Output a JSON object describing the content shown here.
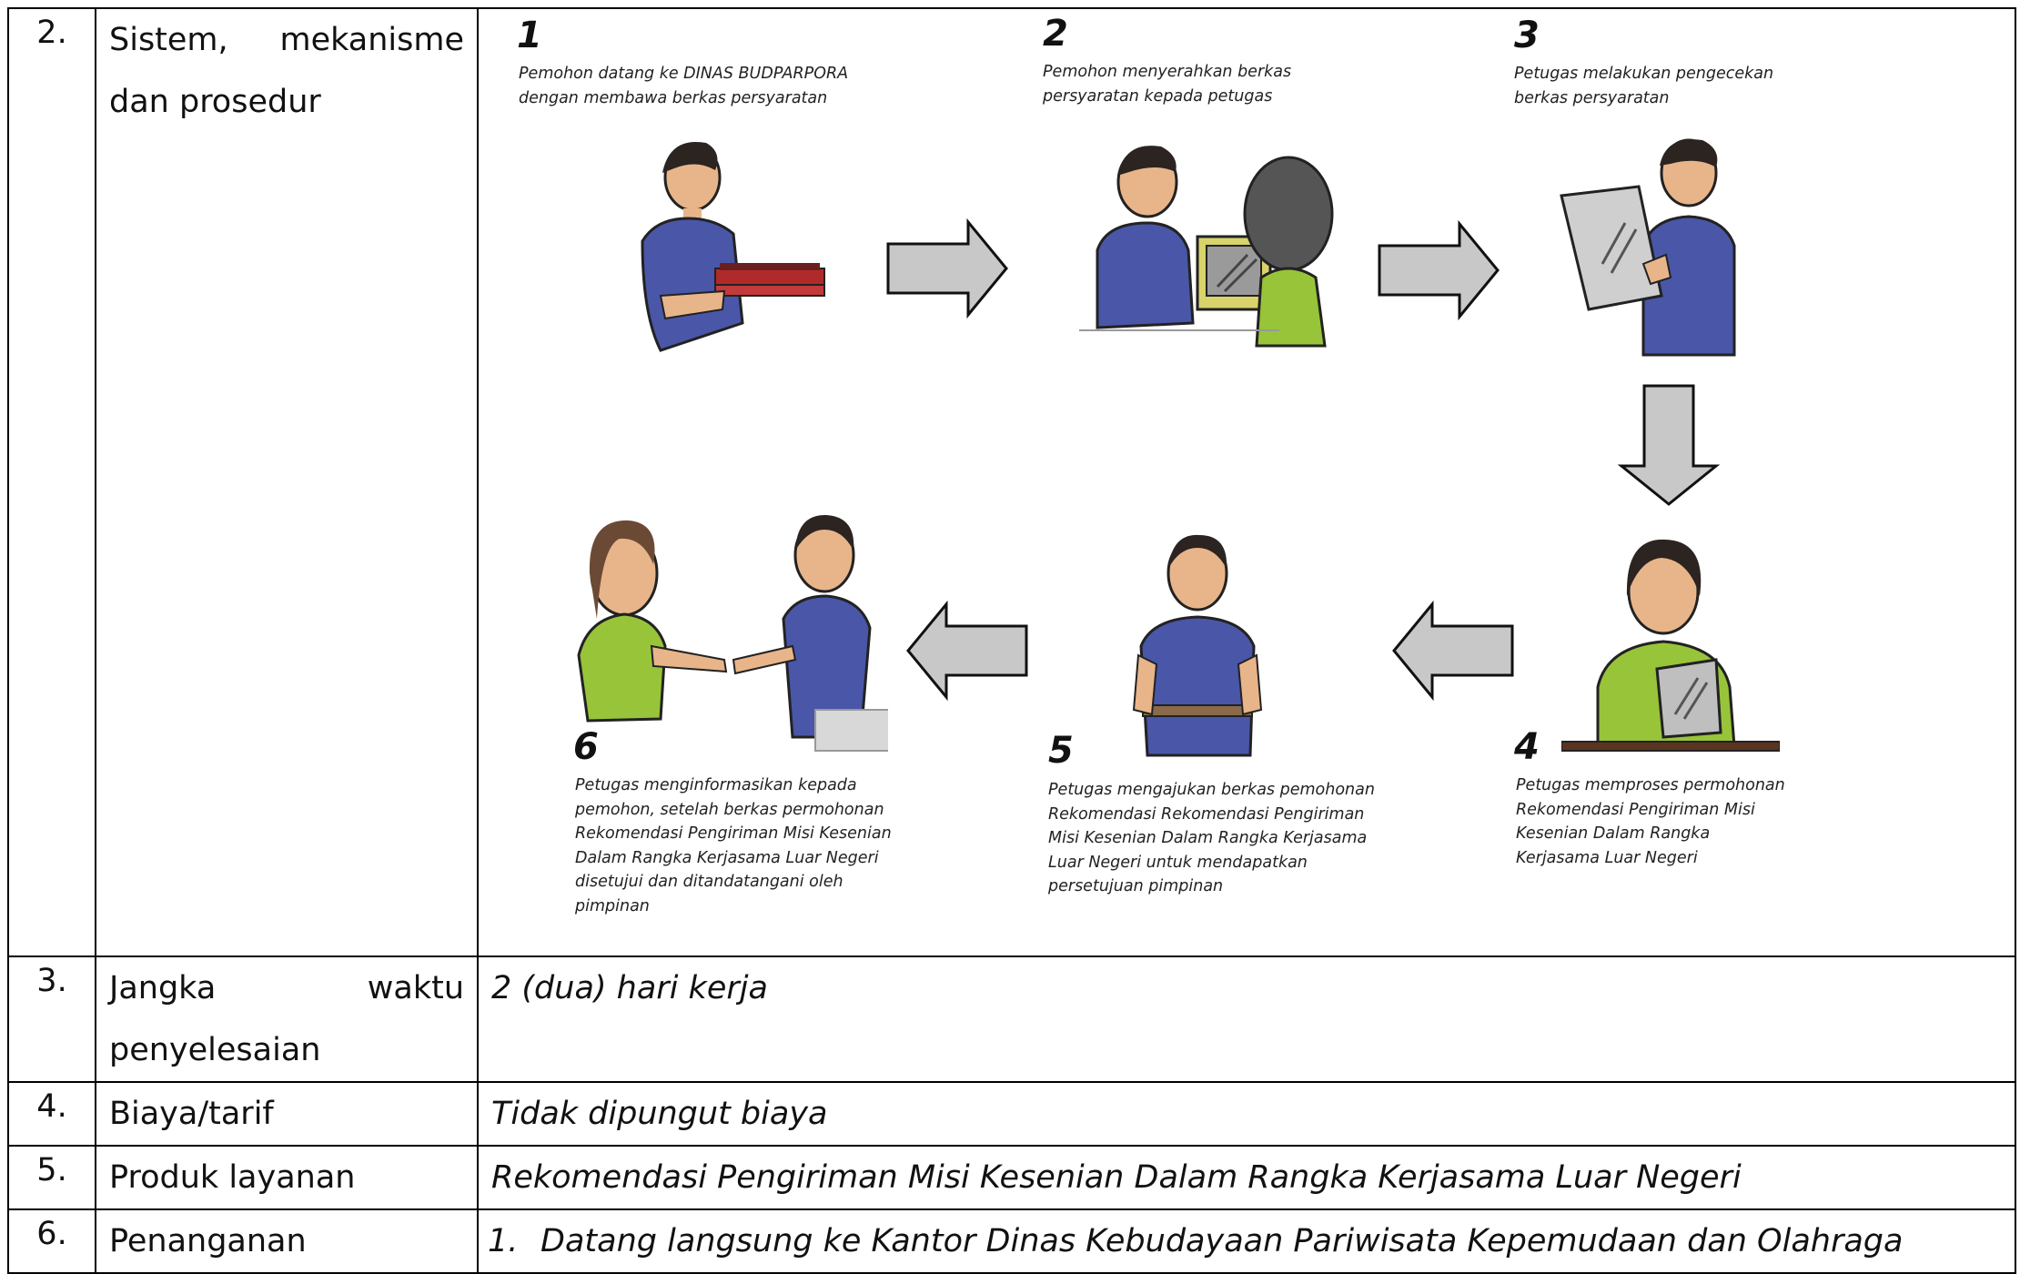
{
  "rows": [
    {
      "number": "2.",
      "label_line1_left": "Sistem,",
      "label_line1_right": "mekanisme",
      "label_line2": "dan prosedur",
      "steps": [
        {
          "num": "1",
          "text": [
            "Pemohon datang ke DINAS BUDPARPORA",
            "dengan membawa berkas persyaratan"
          ],
          "icon": "person-holding-documents"
        },
        {
          "num": "2",
          "text": [
            "Pemohon menyerahkan berkas",
            "persyaratan kepada petugas"
          ],
          "icon": "person-handing-documents-to-officer"
        },
        {
          "num": "3",
          "text": [
            "Petugas melakukan pengecekan",
            "berkas persyaratan"
          ],
          "icon": "officer-reading-document"
        },
        {
          "num": "4",
          "text": [
            "Petugas memproses permohonan",
            "Rekomendasi Pengiriman Misi",
            "Kesenian Dalam Rangka",
            "Kerjasama Luar Negeri"
          ],
          "icon": "officer-at-desk-with-tablet"
        },
        {
          "num": "5",
          "text": [
            "Petugas mengajukan berkas pemohonan",
            "Rekomendasi Rekomendasi Pengiriman",
            "Misi Kesenian Dalam Rangka Kerjasama",
            "Luar Negeri untuk mendapatkan",
            "persetujuan pimpinan"
          ],
          "icon": "officer-carrying-documents"
        },
        {
          "num": "6",
          "text": [
            "Petugas menginformasikan kepada",
            "pemohon, setelah berkas permohonan",
            "Rekomendasi Pengiriman Misi Kesenian",
            "Dalam Rangka Kerjasama Luar Negeri",
            "disetujui dan ditandatangani oleh",
            "pimpinan"
          ],
          "icon": "two-people-shaking-hands"
        }
      ]
    },
    {
      "number": "3.",
      "label_line1_left": "Jangka",
      "label_line1_right": "waktu",
      "label_line2": "penyelesaian",
      "value": "2 (dua) hari kerja"
    },
    {
      "number": "4.",
      "label": "Biaya/tarif",
      "value": "Tidak dipungut biaya"
    },
    {
      "number": "5.",
      "label": "Produk layanan",
      "value": "Rekomendasi Pengiriman Misi Kesenian Dalam Rangka Kerjasama Luar Negeri"
    },
    {
      "number": "6.",
      "label": "Penanganan",
      "value_num": "1.",
      "value": "Datang langsung ke Kantor Dinas Kebudayaan Pariwisata Kepemudaan dan Olahraga"
    }
  ],
  "colors": {
    "shirt_blue": "#4a56a8",
    "shirt_green": "#98c43a",
    "arrow_fill": "#c8c8c8",
    "docs_red": "#b02a2a",
    "skin": "#e8b58a",
    "hair": "#2b2420"
  }
}
